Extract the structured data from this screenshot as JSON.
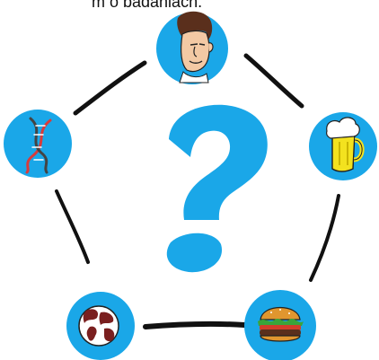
{
  "header": {
    "text_fragment": "m o badaniach."
  },
  "center": {
    "symbol": "?"
  },
  "nodes": [
    {
      "id": "person",
      "icon": "person-face-icon"
    },
    {
      "id": "beer",
      "icon": "beer-mug-icon"
    },
    {
      "id": "burger",
      "icon": "hamburger-icon"
    },
    {
      "id": "globe",
      "icon": "globe-icon"
    },
    {
      "id": "dna",
      "icon": "dna-helix-icon"
    }
  ],
  "colors": {
    "node_fill": "#1aa7e8",
    "question_mark": "#1aa7e8",
    "connector": "#111111",
    "beer": "#f3e21f",
    "foam": "#ffffff",
    "bun": "#e0962f",
    "lettuce": "#3aa43a",
    "patty": "#5a2f1c",
    "tomato": "#d23d2a",
    "dna_red": "#d83b3b",
    "globe_land": "#7a1f1f",
    "globe_sea": "#ffffff"
  }
}
